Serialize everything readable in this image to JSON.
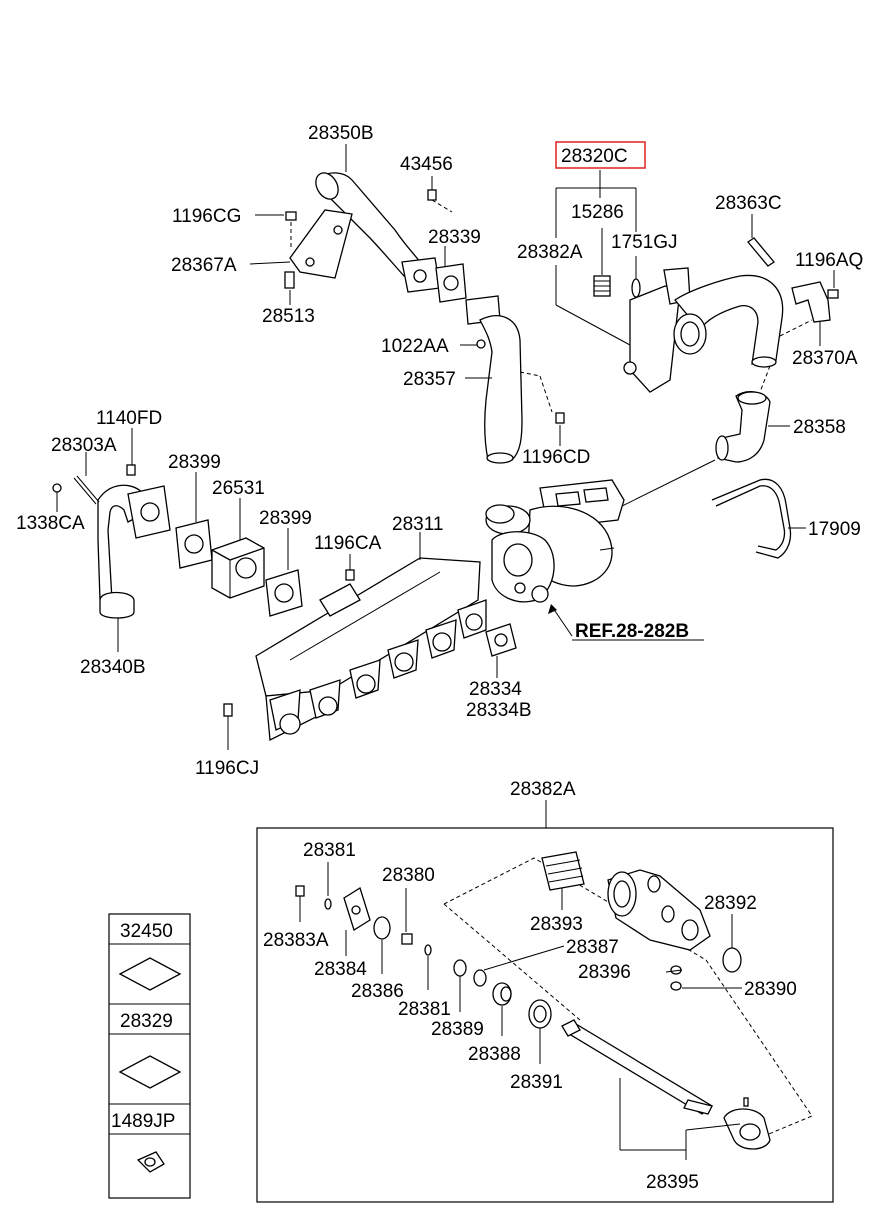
{
  "labels": {
    "p28350B": "28350B",
    "p43456": "43456",
    "p1196CG": "1196CG",
    "p28367A": "28367A",
    "p28339_top": "28339",
    "p28513": "28513",
    "p1022AA": "1022AA",
    "p28357": "28357",
    "p1196CD": "1196CD",
    "p28320C": "28320C",
    "p15286": "15286",
    "p28382A_top": "28382A",
    "p1751GJ": "1751GJ",
    "p28363C": "28363C",
    "p1196AQ": "1196AQ",
    "p28370A": "28370A",
    "p28358": "28358",
    "p1140FD": "1140FD",
    "p28303A": "28303A",
    "p1338CA": "1338CA",
    "p28399_a": "28399",
    "p26531": "26531",
    "p28399_b": "28399",
    "p28311": "28311",
    "p1196CA": "1196CA",
    "p17909": "17909",
    "ref": "REF.28-282B",
    "p28340B": "28340B",
    "p28334": "28334",
    "p28334B": "28334B",
    "p1196CJ": "1196CJ",
    "p28382A_box": "28382A",
    "p28381_a": "28381",
    "p28380": "28380",
    "p28393": "28393",
    "p28392": "28392",
    "p28383A": "28383A",
    "p28384": "28384",
    "p28386": "28386",
    "p28381_b": "28381",
    "p28389": "28389",
    "p28387": "28387",
    "p28396": "28396",
    "p28390": "28390",
    "p28388": "28388",
    "p28391": "28391",
    "p28395": "28395"
  },
  "legend": {
    "items": [
      "32450",
      "28329",
      "1489JP"
    ]
  },
  "highlight_color": "#e02020"
}
